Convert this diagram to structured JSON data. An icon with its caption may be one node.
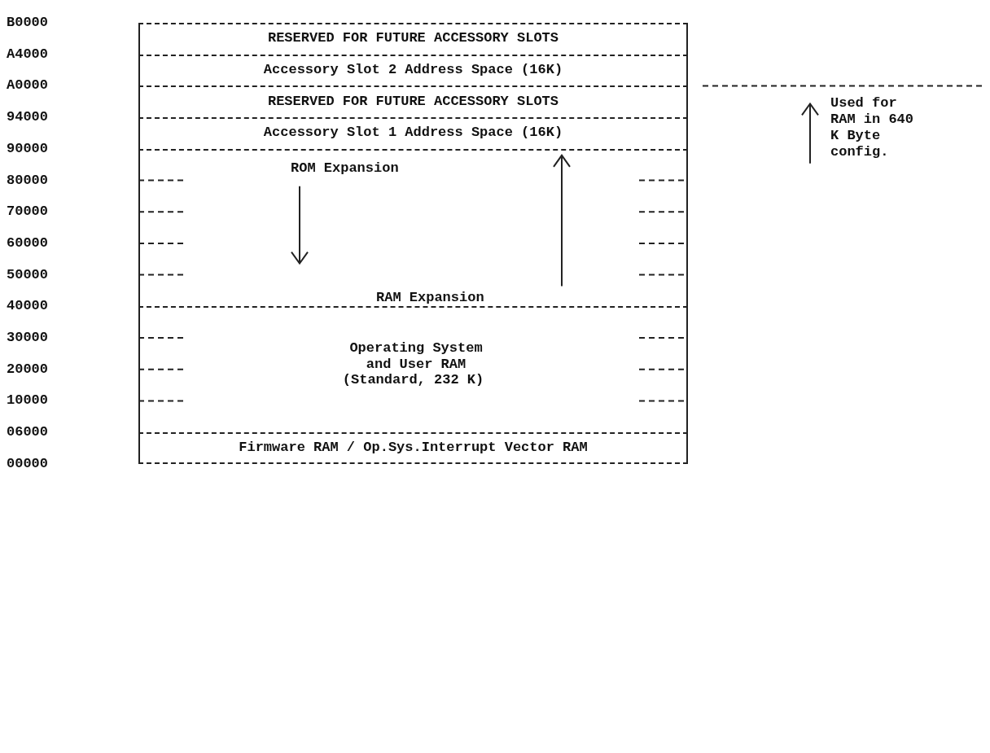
{
  "diagram": {
    "nodes": [
      {
        "text": [
          "RESERVED FOR FUTURE ACCESSORY SLOTS"
        ]
      },
      {
        "text": [
          "Accessory Slot 2 Address Space (16K)"
        ]
      },
      {
        "text": [
          "RESERVED FOR FUTURE ACCESSORY SLOTS"
        ]
      },
      {
        "text": [
          "Accessory Slot 1 Address Space (16K)"
        ]
      },
      {
        "text": [
          "ROM Expansion",
          "RAM Expansion"
        ]
      },
      {
        "text": [
          "Operating System and User RAM",
          "(Standard, 232 K)"
        ]
      },
      {
        "text": [
          "Firmware RAM / Op.Sys.Interrupt Vector RAM"
        ]
      }
    ],
    "edges": [],
    "labels": [
      "B0000",
      "A4000",
      "A0000",
      "94000",
      "90000",
      "80000",
      "70000",
      "60000",
      "50000",
      "40000",
      "30000",
      "20000",
      "10000",
      "06000",
      "00000",
      "Used for RAM in 640 K Byte config."
    ]
  }
}
